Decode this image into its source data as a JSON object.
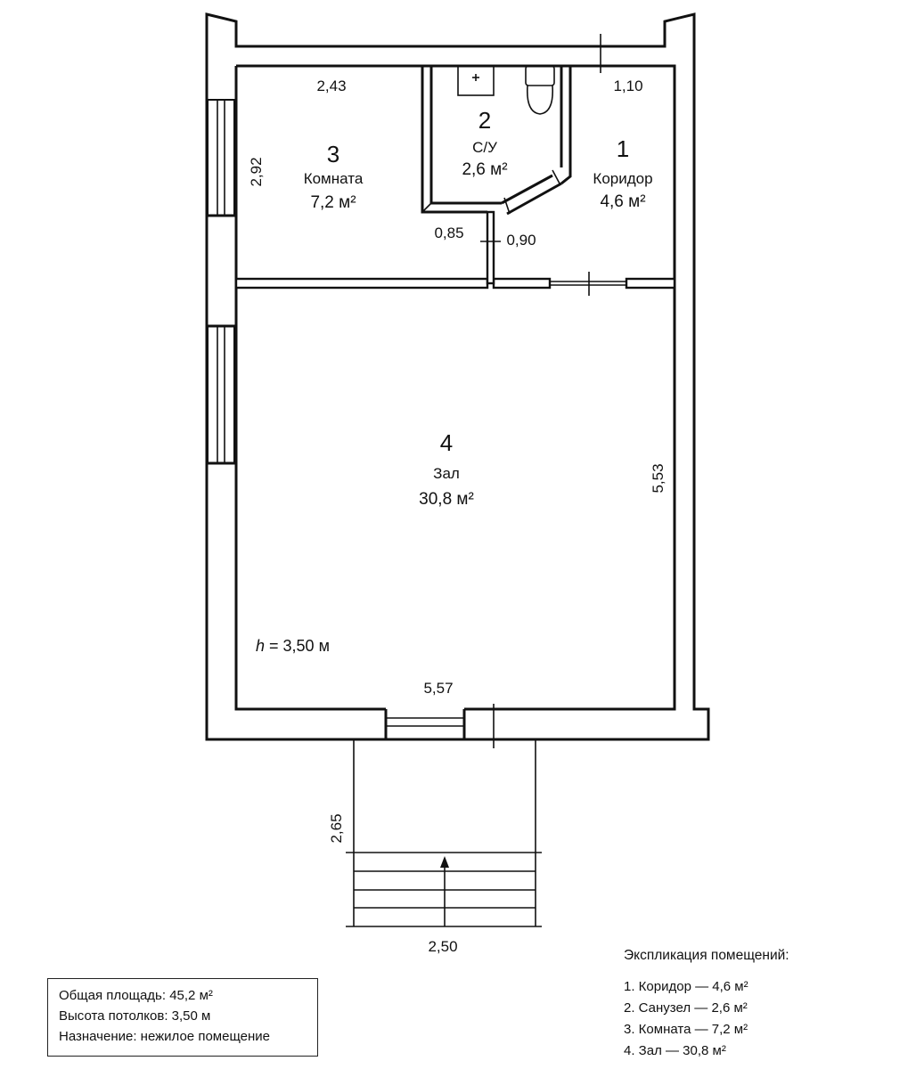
{
  "rooms": [
    {
      "number": "1",
      "name": "Коридор",
      "area": "4,6 м²"
    },
    {
      "number": "2",
      "name": "С/У",
      "area": "2,6 м²"
    },
    {
      "number": "3",
      "name": "Комната",
      "area": "7,2 м²"
    },
    {
      "number": "4",
      "name": "Зал",
      "area": "30,8 м²"
    }
  ],
  "dimensions": {
    "room3_width": "2,43",
    "room3_height": "2,92",
    "corridor_width": "1,10",
    "door_su": "0,85",
    "door_room3": "0,90",
    "hall_height": "5,53",
    "hall_width": "5,57",
    "porch_length": "2,65",
    "porch_width": "2,50"
  },
  "ceiling_note": {
    "symbol": "h",
    "text": " = 3,50 м"
  },
  "info_box": {
    "total_area": "Общая площадь: 45,2 м²",
    "ceiling_height": "Высота потолков: 3,50 м",
    "purpose": "Назначение: нежилое помещение"
  },
  "explication": {
    "title": "Экспликация помещений:",
    "items": [
      "1.  Коридор — 4,6 м²",
      "2.  Санузел — 2,6 м²",
      "3.  Комната — 7,2 м²",
      "4.  Зал — 30,8 м²"
    ]
  }
}
